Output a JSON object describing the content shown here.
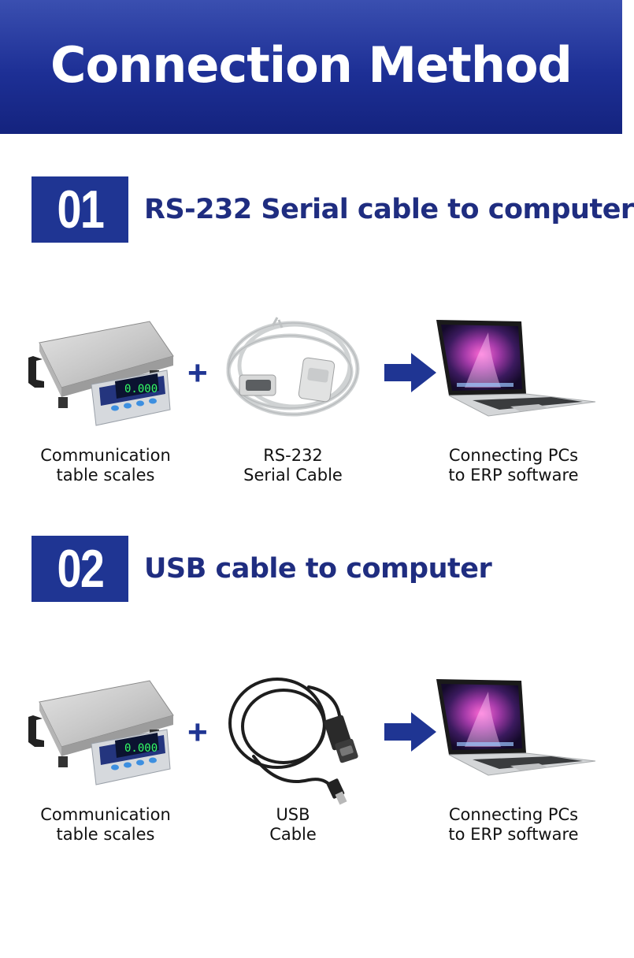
{
  "header": {
    "title": "Connection Method"
  },
  "sections": [
    {
      "number": "01",
      "title": "RS-232 Serial cable to computer",
      "items": [
        {
          "caption_line1": "Communication",
          "caption_line2": "table scales",
          "icon": "table-scale"
        },
        {
          "caption_line1": "RS-232",
          "caption_line2": "Serial Cable",
          "icon": "serial-cable"
        },
        {
          "caption_line1": "Connecting PCs",
          "caption_line2": "to ERP software",
          "icon": "laptop"
        }
      ],
      "scale_display": "0.000"
    },
    {
      "number": "02",
      "title": "USB cable to computer",
      "items": [
        {
          "caption_line1": "Communication",
          "caption_line2": "table scales",
          "icon": "table-scale"
        },
        {
          "caption_line1": "USB",
          "caption_line2": "Cable",
          "icon": "usb-cable"
        },
        {
          "caption_line1": "Connecting PCs",
          "caption_line2": "to ERP software",
          "icon": "laptop"
        }
      ],
      "scale_display": "0.000"
    }
  ],
  "symbols": {
    "plus": "+"
  },
  "colors": {
    "accent": "#1f3593",
    "title_text": "#1f2d80",
    "header_top": "#3a4fb0",
    "header_bottom": "#14237e"
  }
}
